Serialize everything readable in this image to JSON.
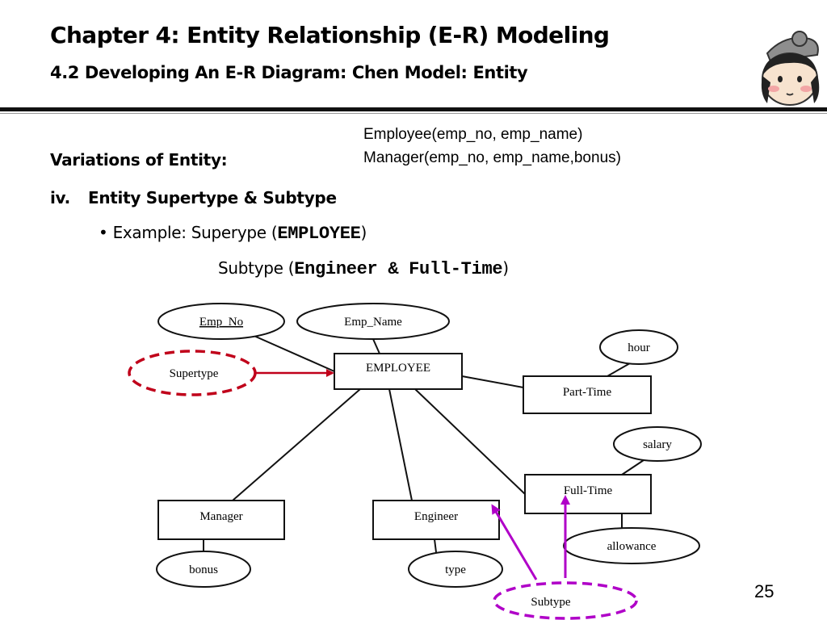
{
  "header": {
    "title": "Chapter 4: Entity Relationship (E-R) Modeling",
    "subtitle": "4.2 Developing An E-R Diagram: Chen Model: Entity"
  },
  "schema": {
    "line1": "Employee(emp_no, emp_name)",
    "line2": "Manager(emp_no, emp_name,bonus)"
  },
  "body": {
    "heading": "Variations of Entity:",
    "item_number": "iv.",
    "item_label": "Entity Supertype & Subtype",
    "bullet": "•",
    "example_prefix": "Example: Superype (",
    "example_entity": "EMPLOYEE",
    "example_suffix": ")",
    "subtype_prefix": "Subtype  (",
    "subtype_entities": "Engineer & Full-Time",
    "subtype_suffix": ")"
  },
  "diagram": {
    "entities": {
      "employee": "EMPLOYEE",
      "part_time": "Part-Time",
      "full_time": "Full-Time",
      "manager": "Manager",
      "engineer": "Engineer"
    },
    "attributes": {
      "emp_no": "Emp_No",
      "emp_name": "Emp_Name",
      "hour": "hour",
      "salary": "salary",
      "allowance": "allowance",
      "bonus": "bonus",
      "type": "type"
    },
    "annotations": {
      "supertype": "Supertype",
      "subtype": "Subtype"
    },
    "colors": {
      "annotation_dashed_ellipse": "#c0001a",
      "supertype_arrow": "#c0001a",
      "subtype_arrow": "#b000c8"
    }
  },
  "page_number": "25"
}
